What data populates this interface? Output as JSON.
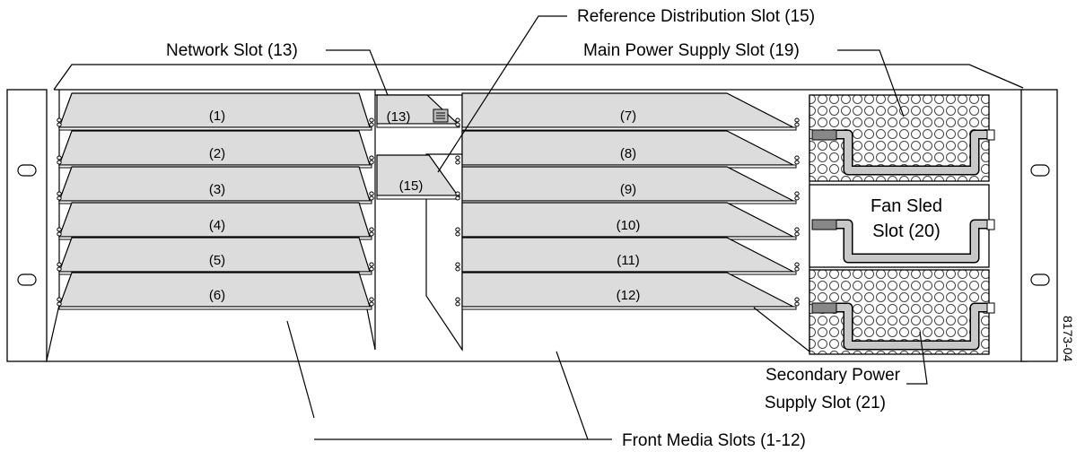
{
  "callouts": {
    "reference_distribution": "Reference Distribution Slot (15)",
    "network": "Network Slot (13)",
    "main_power": "Main Power Supply Slot (19)",
    "secondary_power_line1": "Secondary Power",
    "secondary_power_line2": "Supply Slot (21)",
    "front_media": "Front Media Slots (1-12)"
  },
  "fan_sled": {
    "line1": "Fan Sled",
    "line2": "Slot (20)"
  },
  "left_slots": [
    "(1)",
    "(2)",
    "(3)",
    "(4)",
    "(5)",
    "(6)"
  ],
  "right_slots": [
    "(7)",
    "(8)",
    "(9)",
    "(10)",
    "(11)",
    "(12)"
  ],
  "network_slot_label": "(13)",
  "reference_slot_label": "(15)",
  "figure_id": "8173-04"
}
